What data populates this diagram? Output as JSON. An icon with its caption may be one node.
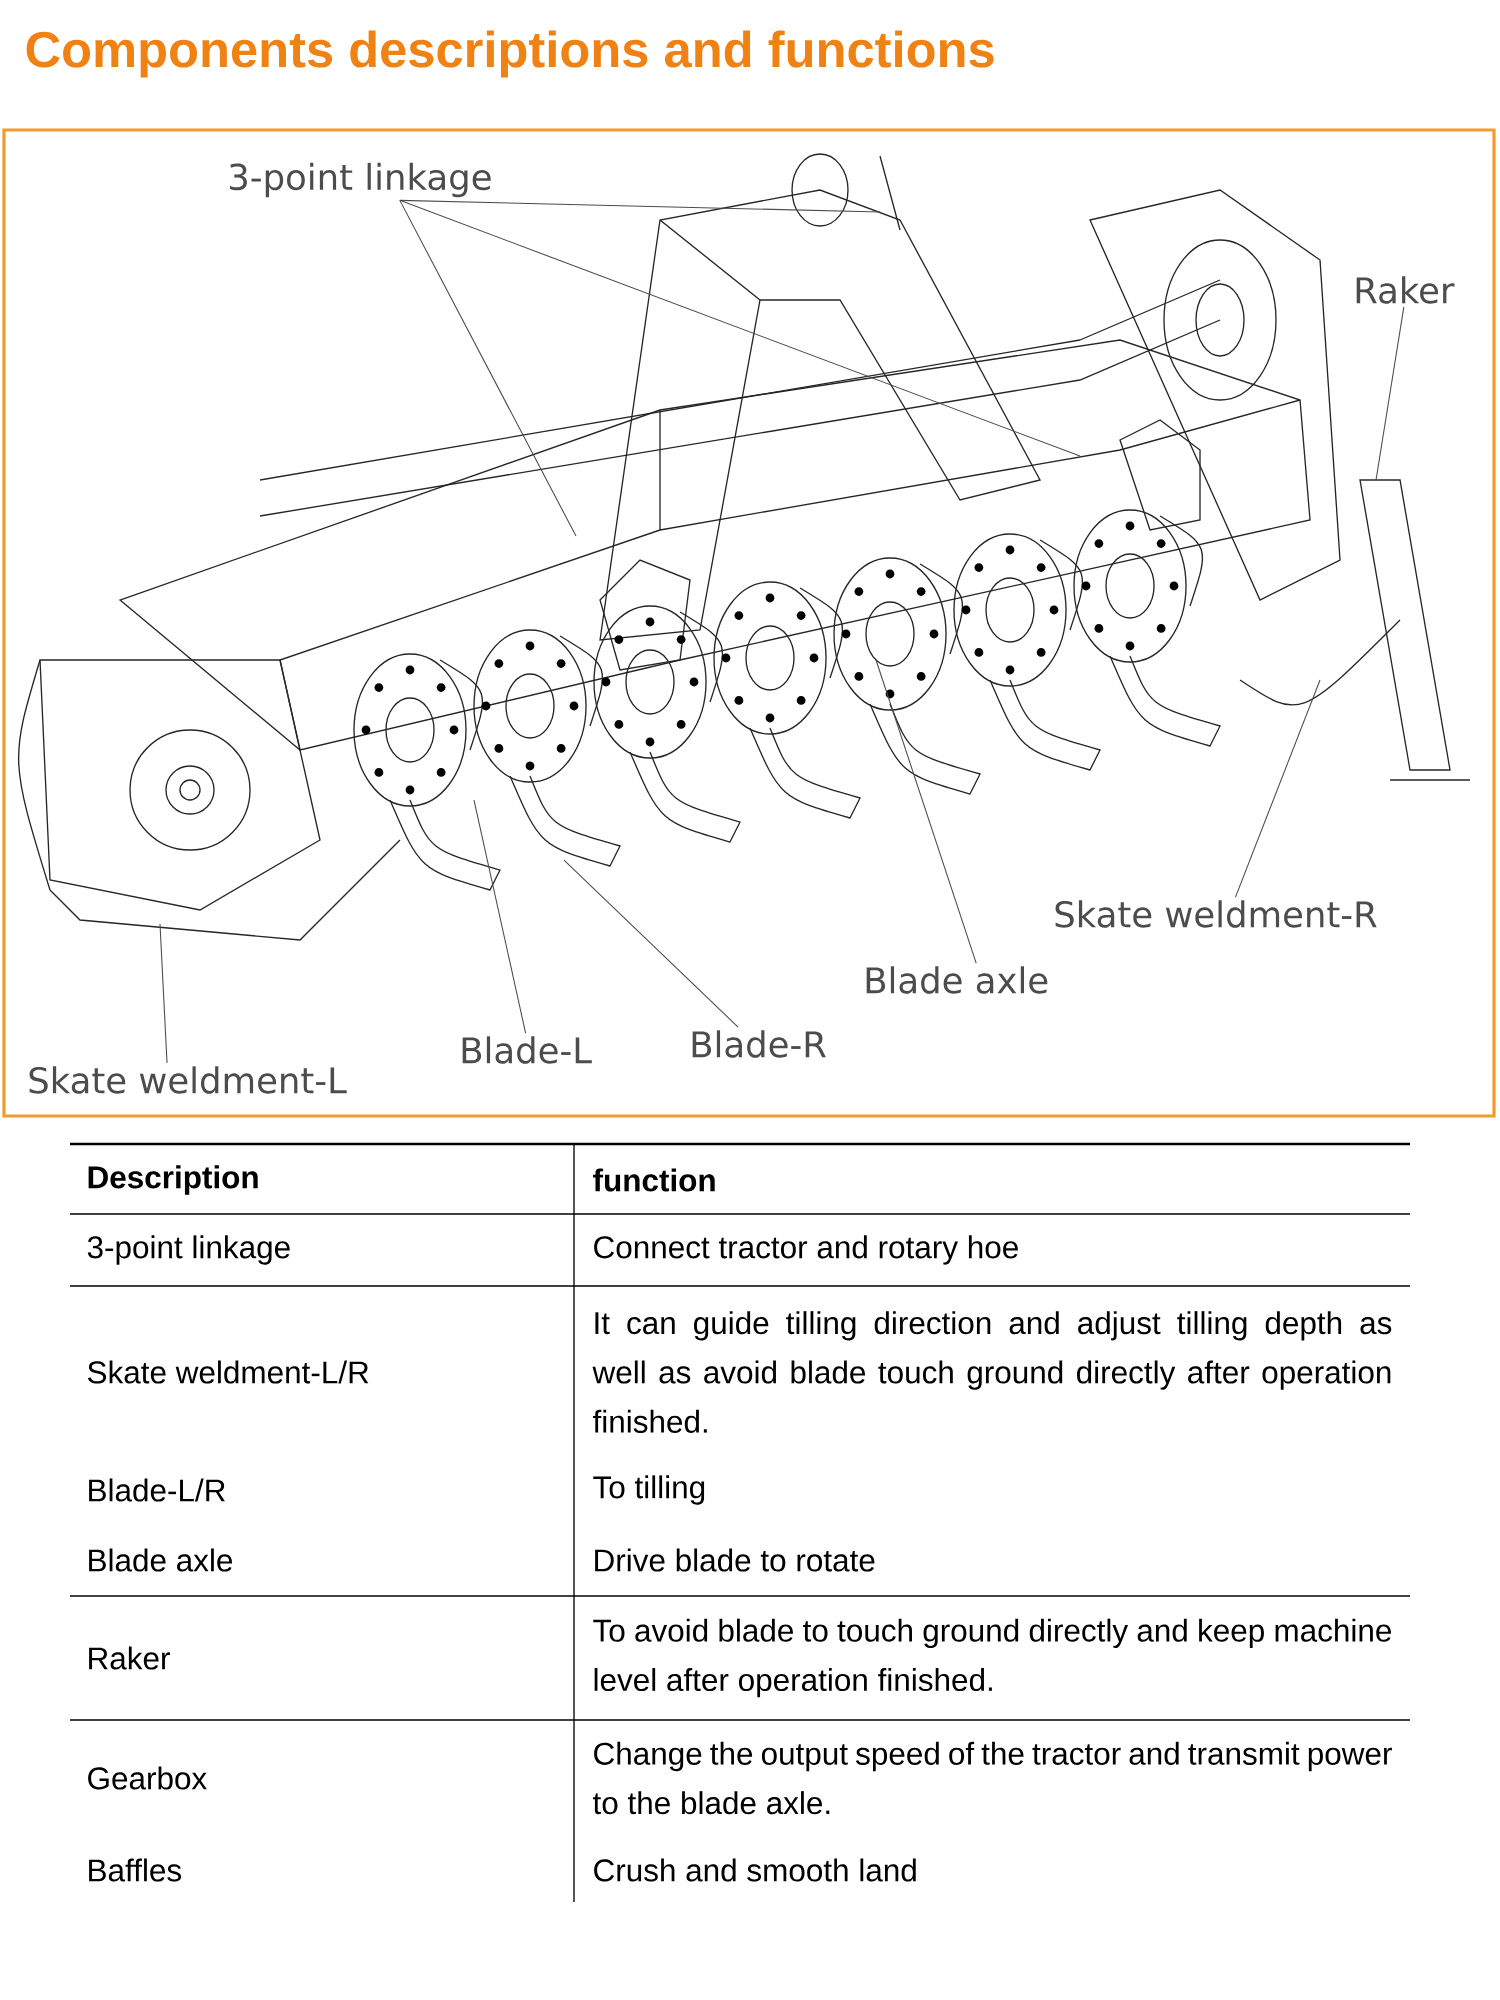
{
  "diagram": {
    "title": "Components descriptions and functions",
    "nodes": [
      {
        "text": [
          "3-point linkage"
        ]
      },
      {
        "text": [
          "Raker"
        ]
      },
      {
        "text": [
          "Skate weldment-R"
        ]
      },
      {
        "text": [
          "Blade axle"
        ]
      },
      {
        "text": [
          "Blade-R"
        ]
      },
      {
        "text": [
          "Blade-L"
        ]
      },
      {
        "text": [
          "Skate weldment-L"
        ]
      }
    ],
    "edges": [
      {
        "from": 0,
        "to": null,
        "arrow": "none"
      },
      {
        "from": 0,
        "to": null,
        "arrow": "none"
      },
      {
        "from": 0,
        "to": null,
        "arrow": "none"
      },
      {
        "from": 1,
        "to": null,
        "arrow": "none"
      },
      {
        "from": 2,
        "to": null,
        "arrow": "none"
      },
      {
        "from": 3,
        "to": null,
        "arrow": "none"
      },
      {
        "from": 4,
        "to": null,
        "arrow": "none"
      },
      {
        "from": 5,
        "to": null,
        "arrow": "none"
      },
      {
        "from": 6,
        "to": null,
        "arrow": "none"
      }
    ],
    "labels": [
      "Description",
      "function",
      "3-point linkage",
      "Connect tractor and rotary hoe",
      "Skate weldment-L/R",
      "It can guide tilling direction and adjust tilling depth as well as avoid blade touch ground directly after operation finished.",
      "Blade-L/R",
      "To tilling",
      "Blade axle",
      "Drive blade to rotate",
      "Raker",
      "To avoid blade to touch ground directly and keep machine level after operation finished.",
      "Gearbox",
      "Change the output speed of the tractor and transmit power to the blade axle.",
      "Baffles",
      "Crush and smooth land"
    ]
  }
}
